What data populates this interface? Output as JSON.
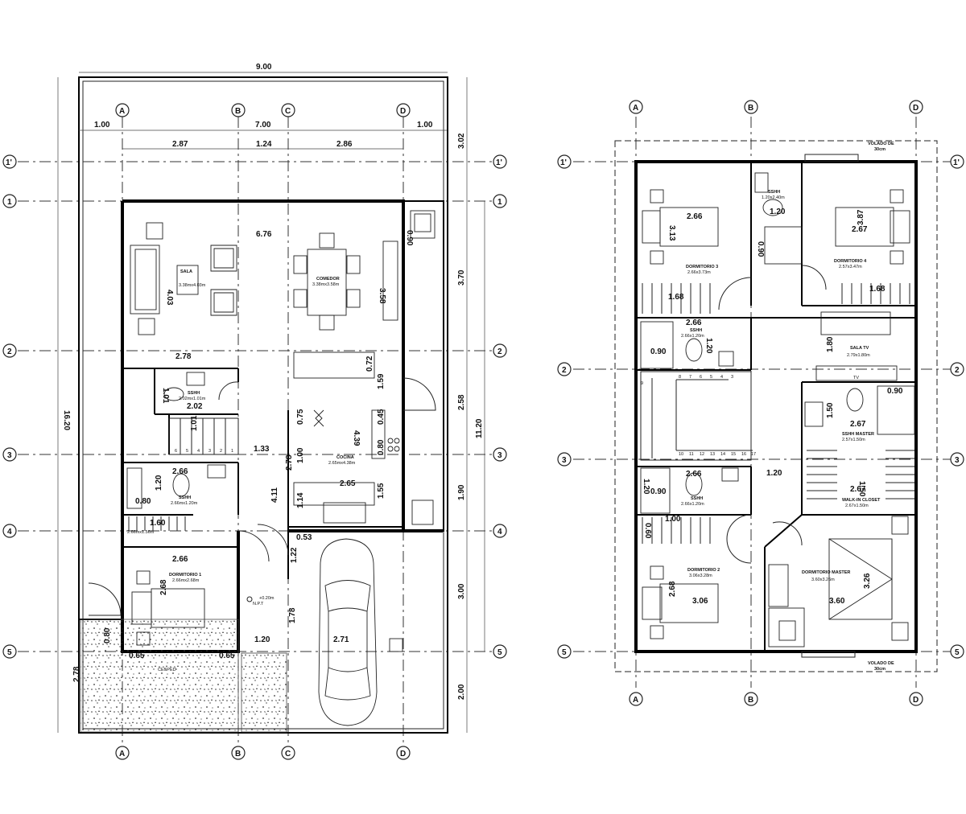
{
  "plan1": {
    "overall_width": "9.00",
    "top_spans": [
      "1.00",
      "7.00",
      "1.00"
    ],
    "room_spans": [
      "2.87",
      "1.24",
      "2.86"
    ],
    "overall_height": "16.20",
    "right_dims": [
      "3.02",
      "3.70",
      "2.58",
      "1.90",
      "3.00",
      "2.00"
    ],
    "total_right": "11.20",
    "rooms": {
      "sala": {
        "name": "SALA",
        "size": "3.38mx4.03m"
      },
      "comedor": {
        "name": "COMEDOR",
        "size": "3.38mx3.58m"
      },
      "cocina": {
        "name": "COCINA",
        "size": "2.65mx4.38m"
      },
      "sshh1": {
        "name": "SSHH",
        "size": "2.02mx1.01m"
      },
      "sshh2": {
        "name": "SSHH",
        "size": "2.66mx1.20m"
      },
      "dormitorio1": {
        "name": "DORMITORIO 1",
        "size": "2.66mx2.68m"
      },
      "estudio": {
        "size": "2.66mx1.56m"
      },
      "cesped": "CESPED",
      "npt": "+0.20m",
      "npt_label": "N.P.T"
    },
    "dims": {
      "d676": "6.76",
      "d403": "4.03",
      "d358": "3.58",
      "d278": "2.78",
      "d072": "0.72",
      "d159": "1.59",
      "d101a": "1.01",
      "d202": "2.02",
      "d101b": "1.01",
      "d133": "1.33",
      "d439": "4.39",
      "d075": "0.75",
      "d045": "0.45",
      "d080": "0.80",
      "d100": "1.00",
      "d278b": "2.78",
      "d265": "2.65",
      "d114": "1.14",
      "d155": "1.55",
      "d266a": "2.66",
      "d120a": "1.20",
      "d080b": "0.80",
      "d160": "1.60",
      "d411": "4.11",
      "d053": "0.53",
      "d266b": "2.66",
      "d268": "2.68",
      "d122": "1.22",
      "d178": "1.78",
      "d120b": "1.20",
      "d271": "2.71",
      "d080c": "0.80",
      "d065a": "0.65",
      "d065b": "0.65",
      "d278c": "2.78",
      "d090": "0.90"
    },
    "stair_numbers": [
      "6",
      "5",
      "4",
      "3",
      "2",
      "1"
    ]
  },
  "plan2": {
    "volado_top": "VOLADO DE",
    "volado_top2": "30cm",
    "volado_bottom": "VOLADO DE",
    "volado_bottom2": "30cm",
    "rooms": {
      "dorm3": {
        "name": "DORMITORIO 3",
        "size": "2.66x3.73m"
      },
      "dorm4": {
        "name": "DORMITORIO 4",
        "size": "2.57x3.47m"
      },
      "sshh_top": {
        "name": "SSHH",
        "size": "1.20x2.40m"
      },
      "sshh_mid": {
        "name": "SSHH",
        "size": "2.66x1.20m"
      },
      "sala_tv": {
        "name": "SALA TV",
        "size": "2.79x1.80m"
      },
      "sshh_master": {
        "name": "SSHH MASTER",
        "size": "2.57x1.50m"
      },
      "walkin": {
        "name": "WALK-IN CLOSET",
        "size": "2.67x1.50m"
      },
      "sshh_low": {
        "name": "SSHH",
        "size": "2.66x1.20m"
      },
      "dorm2": {
        "name": "DORMITORIO 2",
        "size": "3.06x3.28m"
      },
      "master": {
        "name": "DORMITORIO MASTER",
        "size": "3.60x3.26m"
      },
      "tv": "TV"
    },
    "dims": {
      "d266a": "2.66",
      "d313": "3.13",
      "d168a": "1.68",
      "d120a": "1.20",
      "d090a": "0.90",
      "d267a": "2.67",
      "d387": "3.87",
      "d168b": "1.68",
      "d266b": "2.66",
      "d120b": "1.20",
      "d090b": "0.90",
      "d180": "1.80",
      "d090c": "0.90",
      "d150": "1.50",
      "d267b": "2.67",
      "d120c": "1.20",
      "d150b": "1.50",
      "d267c": "2.67",
      "d266c": "2.66",
      "d120d": "1.20",
      "d090d": "0.90",
      "d100": "1.00",
      "d268": "2.68",
      "d306": "3.06",
      "d326": "3.26",
      "d360": "3.60",
      "d060": "0.60"
    },
    "stair_top": [
      "9",
      "8",
      "7",
      "6",
      "5",
      "4",
      "3"
    ],
    "stair_bottom": [
      "10",
      "11",
      "12",
      "13",
      "14",
      "15",
      "16",
      "17"
    ]
  },
  "axes": {
    "letters": [
      "A",
      "B",
      "C",
      "D"
    ],
    "numbers": [
      "1'",
      "1",
      "2",
      "3",
      "4",
      "5"
    ]
  }
}
